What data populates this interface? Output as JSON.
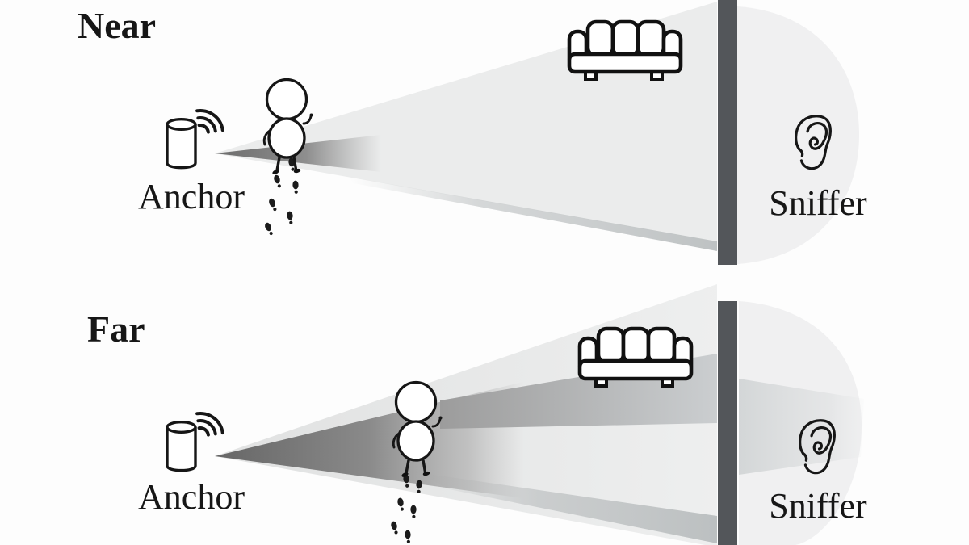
{
  "figure": {
    "type": "diagram",
    "description": "Two-panel schematic comparing Near and Far positions of a walking person relative to a WiFi anchor, with a sniffer ear listening behind a wall",
    "scenes": [
      {
        "id": "near",
        "title": "Near",
        "anchor_label": "Anchor",
        "sniffer_label": "Sniffer"
      },
      {
        "id": "far",
        "title": "Far",
        "anchor_label": "Anchor",
        "sniffer_label": "Sniffer"
      }
    ],
    "colors": {
      "background": "#fdfdfd",
      "ink": "#161616",
      "wall": "#53565a",
      "beam_light": "#ebecec",
      "beam_dark": "#6f6f6f",
      "beam_mid": "#a2a2a2",
      "through_wall_lobe": "#f0f0f1"
    },
    "icons": [
      "speaker-anchor-icon",
      "wifi-signal-icon",
      "walking-person-icon",
      "footprints-icon",
      "sofa-icon",
      "wall-bar",
      "ear-sniffer-icon"
    ]
  }
}
